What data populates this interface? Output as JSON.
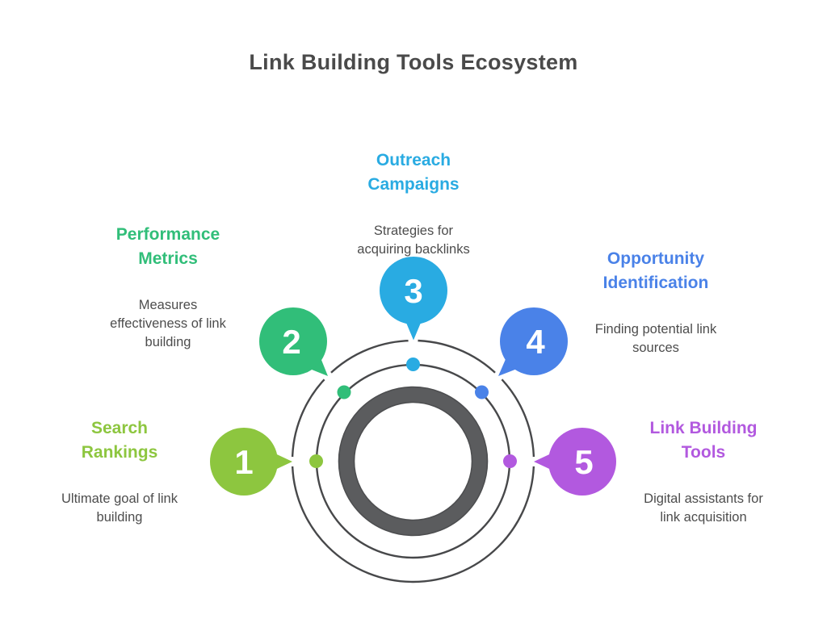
{
  "title": "Link Building Tools Ecosystem",
  "colors": {
    "lime": "#8dc63f",
    "green": "#31be79",
    "cyan": "#29abe2",
    "blue": "#4a82e8",
    "purple": "#b259df",
    "ring_stroke": "#47484a",
    "donut_fill": "#5b5c5e",
    "body_text": "#4d4d4d"
  },
  "items": [
    {
      "number": "1",
      "title": "Search\nRankings",
      "description": "Ultimate goal of link\nbuilding",
      "color": "#8dc63f"
    },
    {
      "number": "2",
      "title": "Performance\nMetrics",
      "description": "Measures\neffectiveness of link\nbuilding",
      "color": "#31be79"
    },
    {
      "number": "3",
      "title": "Outreach\nCampaigns",
      "description": "Strategies for\nacquiring backlinks",
      "color": "#29abe2"
    },
    {
      "number": "4",
      "title": "Opportunity\nIdentification",
      "description": "Finding potential link\nsources",
      "color": "#4a82e8"
    },
    {
      "number": "5",
      "title": "Link Building\nTools",
      "description": "Digital assistants for\nlink acquisition",
      "color": "#b259df"
    }
  ]
}
